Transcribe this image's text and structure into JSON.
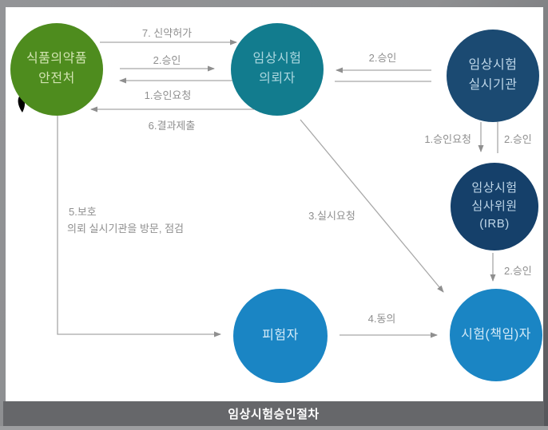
{
  "footer": {
    "title": "임상시험승인절차"
  },
  "nodes": {
    "mfds": {
      "lines": [
        "식품의약품",
        "안전처"
      ]
    },
    "sponsor": {
      "lines": [
        "임상시험",
        "의뢰자"
      ]
    },
    "institution": {
      "lines": [
        "임상시험",
        "실시기관"
      ]
    },
    "irb": {
      "lines": [
        "임상시험",
        "심사위원",
        "(IRB)"
      ]
    },
    "subject": {
      "lines": [
        "피험자"
      ]
    },
    "investigator": {
      "lines": [
        "시험(책임)자"
      ]
    }
  },
  "edges": {
    "e7_new_drug_license": "7. 신약허가",
    "e2_approval_to_sponsor": "2.승인",
    "e1_approval_request_to_mfds": "1.승인요청",
    "e6_result_submission": "6.결과제출",
    "e2_approval_from_institution": "2.승인",
    "e1_approval_request_to_irb": "1.승인요청",
    "e2_approval_from_irb": "2.승인",
    "e2_approval_to_investigator": "2.승인",
    "e3_execution_request": "3.실시요청",
    "e4_consent": "4.동의",
    "e5_protection": "5.보호",
    "e5_protection_detail": "의뢰 실시기관을 방문, 점검"
  },
  "colors": {
    "mfds_green": "#4e8c1e",
    "sponsor_teal": "#127c8e",
    "institution_navy": "#1b4a72",
    "irb_navy": "#15406a",
    "subject_blue": "#1a85c4",
    "investigator_blue": "#1a85c4",
    "arrow_line_gray": "#a8a8a8",
    "arrowhead_gray": "#8f8f8f",
    "label_gray": "#8f8f8f",
    "footer_bar_gray": "#66676a",
    "frame_border_gray": "#8e8f91"
  }
}
